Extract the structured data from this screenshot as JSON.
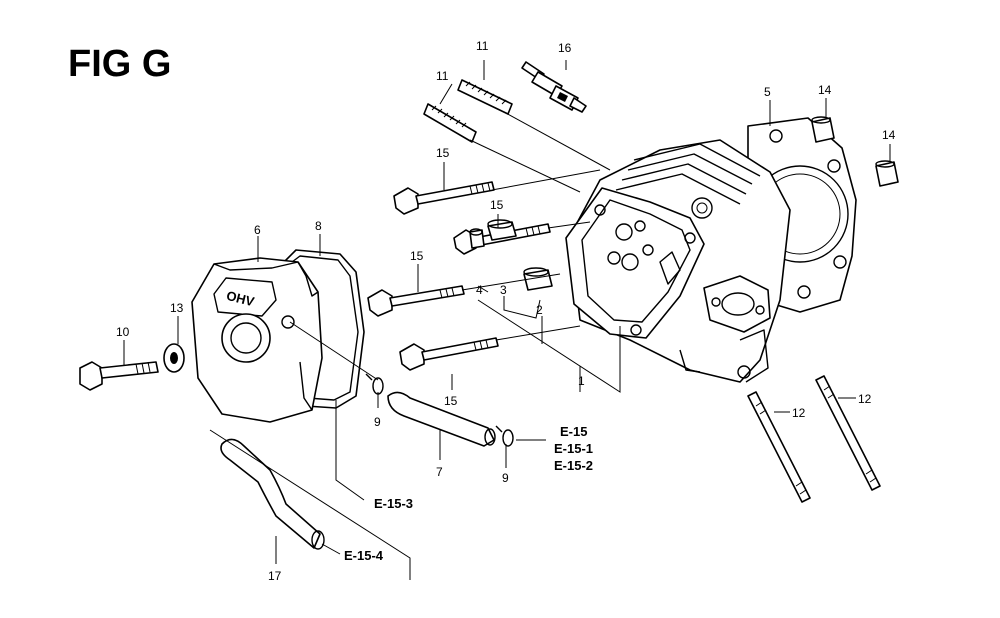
{
  "figure": {
    "title": "FIG G",
    "cover_logo_text": "OHV"
  },
  "callouts": [
    {
      "id": "c1",
      "label": "1"
    },
    {
      "id": "c2",
      "label": "2"
    },
    {
      "id": "c3",
      "label": "3"
    },
    {
      "id": "c4",
      "label": "4"
    },
    {
      "id": "c5",
      "label": "5"
    },
    {
      "id": "c6",
      "label": "6"
    },
    {
      "id": "c7",
      "label": "7"
    },
    {
      "id": "c8",
      "label": "8"
    },
    {
      "id": "c9a",
      "label": "9"
    },
    {
      "id": "c9b",
      "label": "9"
    },
    {
      "id": "c10",
      "label": "10"
    },
    {
      "id": "c11a",
      "label": "11"
    },
    {
      "id": "c11b",
      "label": "11"
    },
    {
      "id": "c12a",
      "label": "12"
    },
    {
      "id": "c12b",
      "label": "12"
    },
    {
      "id": "c13",
      "label": "13"
    },
    {
      "id": "c14a",
      "label": "14"
    },
    {
      "id": "c14b",
      "label": "14"
    },
    {
      "id": "c15a",
      "label": "15"
    },
    {
      "id": "c15b",
      "label": "15"
    },
    {
      "id": "c15c",
      "label": "15"
    },
    {
      "id": "c15d",
      "label": "15"
    },
    {
      "id": "c16",
      "label": "16"
    },
    {
      "id": "c17",
      "label": "17"
    }
  ],
  "references": [
    {
      "id": "r1",
      "label": "E-15"
    },
    {
      "id": "r2",
      "label": "E-15-1"
    },
    {
      "id": "r3",
      "label": "E-15-2"
    },
    {
      "id": "r4",
      "label": "E-15-3"
    },
    {
      "id": "r5",
      "label": "E-15-4"
    }
  ]
}
